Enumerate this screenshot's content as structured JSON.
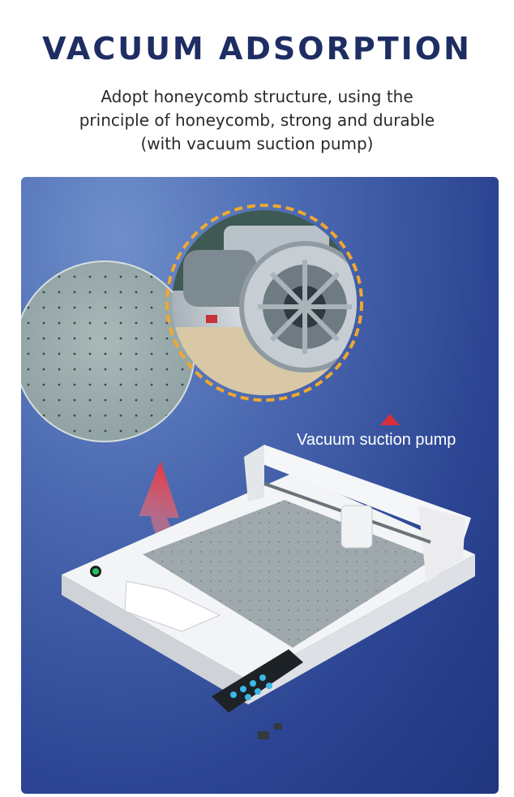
{
  "header": {
    "title": "VACUUM ADSORPTION",
    "subtitle_lines": [
      "Adopt honeycomb structure, using the",
      "principle of honeycomb, strong and durable",
      "(with vacuum suction pump)"
    ]
  },
  "callouts": {
    "pump_label": "Vacuum suction pump"
  },
  "icons": {
    "arrow": "curved-arrow-icon",
    "pointer": "triangle-pointer-icon"
  },
  "colors": {
    "title": "#1e2d63",
    "panel_background": "#2c4593",
    "arrow": "#e8323a",
    "dashed_ring": "#f0a830"
  }
}
